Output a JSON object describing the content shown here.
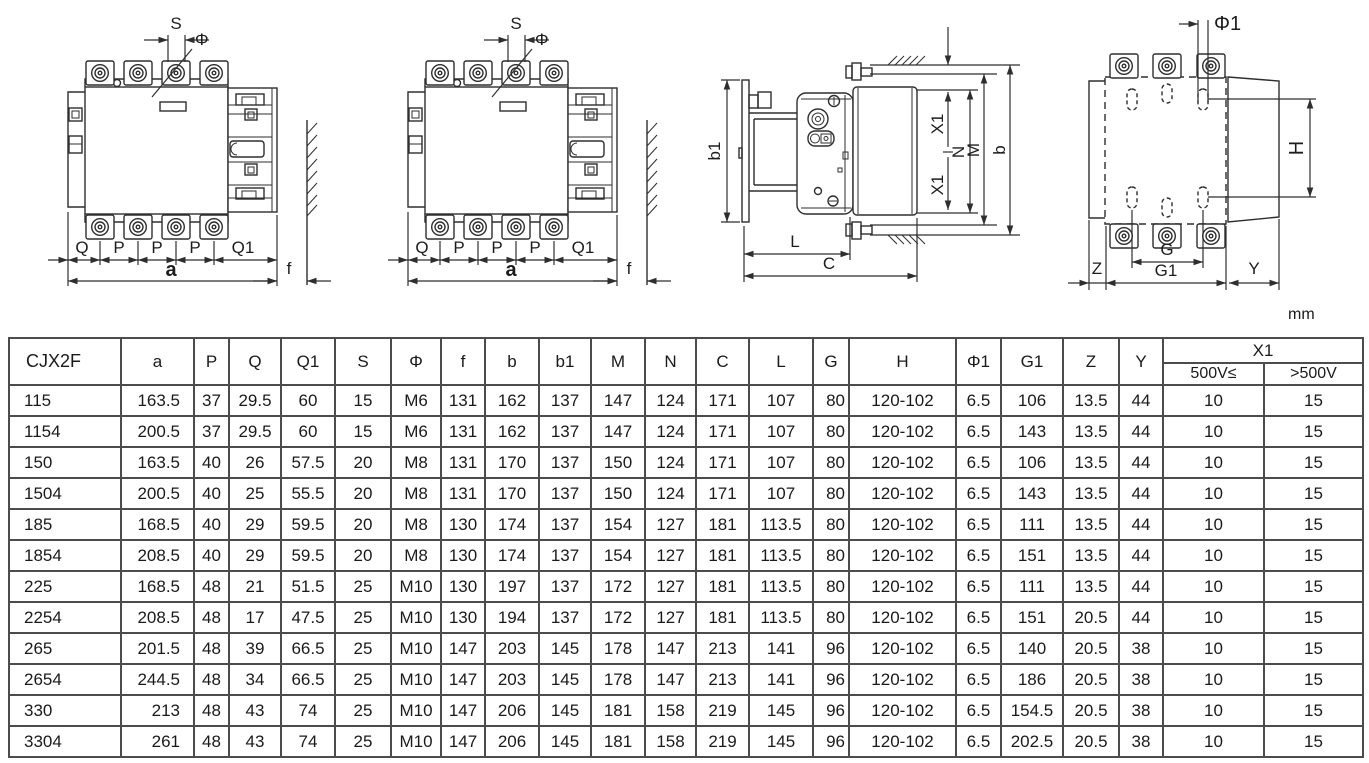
{
  "unit_label": "mm",
  "drawings": {
    "front_view": {
      "s_label": "S",
      "phi_label": "Φ",
      "q_label": "Q",
      "p_label": "P",
      "q1_label": "Q1",
      "a_label": "a",
      "f_label": "f"
    },
    "side_view": {
      "b1_label": "b1",
      "x1_label": "X1",
      "n_label": "N",
      "m_label": "M",
      "b_label": "b",
      "l_label": "L",
      "c_label": "C"
    },
    "back_view": {
      "phi1_label": "Φ1",
      "h_label": "H",
      "z_label": "Z",
      "g_label": "G",
      "g1_label": "G1",
      "y_label": "Y"
    }
  },
  "table": {
    "header": {
      "model": "CJX2F",
      "cols": [
        "a",
        "P",
        "Q",
        "Q1",
        "S",
        "Φ",
        "f",
        "b",
        "b1",
        "M",
        "N",
        "C",
        "L",
        "G",
        "H",
        "Φ1",
        "G1",
        "Z",
        "Y"
      ],
      "x1_label": "X1",
      "x1_sub": [
        "500V≤",
        ">500V"
      ]
    },
    "rows": [
      [
        "115",
        "163.5",
        "37",
        "29.5",
        "60",
        "15",
        "M6",
        "131",
        "162",
        "137",
        "147",
        "124",
        "171",
        "107",
        "80",
        "120-102",
        "6.5",
        "106",
        "13.5",
        "44",
        "10",
        "15"
      ],
      [
        "1154",
        "200.5",
        "37",
        "29.5",
        "60",
        "15",
        "M6",
        "131",
        "162",
        "137",
        "147",
        "124",
        "171",
        "107",
        "80",
        "120-102",
        "6.5",
        "143",
        "13.5",
        "44",
        "10",
        "15"
      ],
      [
        "150",
        "163.5",
        "40",
        "26",
        "57.5",
        "20",
        "M8",
        "131",
        "170",
        "137",
        "150",
        "124",
        "171",
        "107",
        "80",
        "120-102",
        "6.5",
        "106",
        "13.5",
        "44",
        "10",
        "15"
      ],
      [
        "1504",
        "200.5",
        "40",
        "25",
        "55.5",
        "20",
        "M8",
        "131",
        "170",
        "137",
        "150",
        "124",
        "171",
        "107",
        "80",
        "120-102",
        "6.5",
        "143",
        "13.5",
        "44",
        "10",
        "15"
      ],
      [
        "185",
        "168.5",
        "40",
        "29",
        "59.5",
        "20",
        "M8",
        "130",
        "174",
        "137",
        "154",
        "127",
        "181",
        "113.5",
        "80",
        "120-102",
        "6.5",
        "111",
        "13.5",
        "44",
        "10",
        "15"
      ],
      [
        "1854",
        "208.5",
        "40",
        "29",
        "59.5",
        "20",
        "M8",
        "130",
        "174",
        "137",
        "154",
        "127",
        "181",
        "113.5",
        "80",
        "120-102",
        "6.5",
        "151",
        "13.5",
        "44",
        "10",
        "15"
      ],
      [
        "225",
        "168.5",
        "48",
        "21",
        "51.5",
        "25",
        "M10",
        "130",
        "197",
        "137",
        "172",
        "127",
        "181",
        "113.5",
        "80",
        "120-102",
        "6.5",
        "111",
        "13.5",
        "44",
        "10",
        "15"
      ],
      [
        "2254",
        "208.5",
        "48",
        "17",
        "47.5",
        "25",
        "M10",
        "130",
        "194",
        "137",
        "172",
        "127",
        "181",
        "113.5",
        "80",
        "120-102",
        "6.5",
        "151",
        "20.5",
        "44",
        "10",
        "15"
      ],
      [
        "265",
        "201.5",
        "48",
        "39",
        "66.5",
        "25",
        "M10",
        "147",
        "203",
        "145",
        "178",
        "147",
        "213",
        "141",
        "96",
        "120-102",
        "6.5",
        "140",
        "20.5",
        "38",
        "10",
        "15"
      ],
      [
        "2654",
        "244.5",
        "48",
        "34",
        "66.5",
        "25",
        "M10",
        "147",
        "203",
        "145",
        "178",
        "147",
        "213",
        "141",
        "96",
        "120-102",
        "6.5",
        "186",
        "20.5",
        "38",
        "10",
        "15"
      ],
      [
        "330",
        "213",
        "48",
        "43",
        "74",
        "25",
        "M10",
        "147",
        "206",
        "145",
        "181",
        "158",
        "219",
        "145",
        "96",
        "120-102",
        "6.5",
        "154.5",
        "20.5",
        "38",
        "10",
        "15"
      ],
      [
        "3304",
        "261",
        "48",
        "43",
        "74",
        "25",
        "M10",
        "147",
        "206",
        "145",
        "181",
        "158",
        "219",
        "145",
        "96",
        "120-102",
        "6.5",
        "202.5",
        "20.5",
        "38",
        "10",
        "15"
      ]
    ]
  }
}
